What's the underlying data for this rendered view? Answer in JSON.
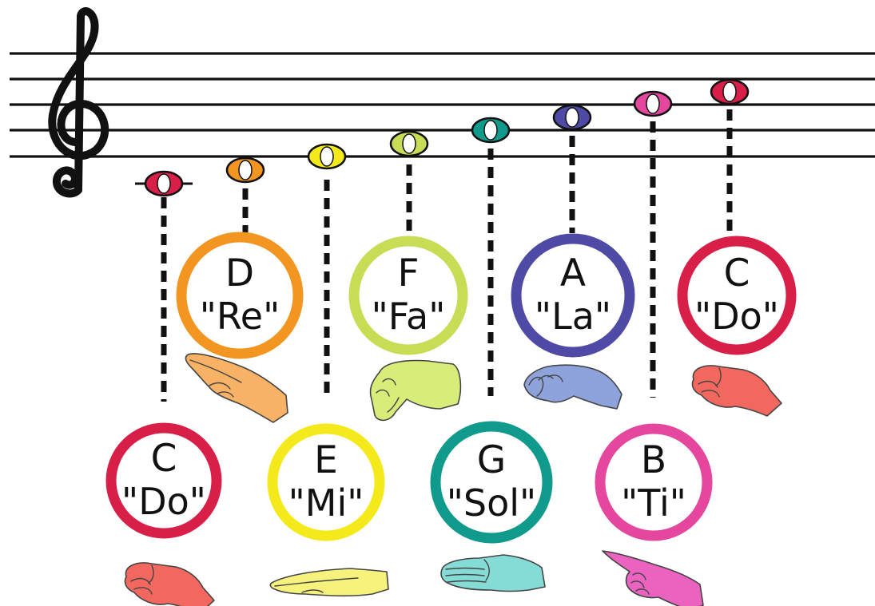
{
  "clef": {
    "icon": "treble-clef-icon"
  },
  "notes": [
    {
      "letter": "C",
      "solfege": "\"Do\"",
      "color": "#d81f48",
      "hand_sign": "fist"
    },
    {
      "letter": "D",
      "solfege": "\"Re\"",
      "color": "#f39621",
      "hand_sign": "angled-flat-hand"
    },
    {
      "letter": "E",
      "solfege": "\"Mi\"",
      "color": "#f4ea1b",
      "hand_sign": "flat-hand-horizontal"
    },
    {
      "letter": "F",
      "solfege": "\"Fa\"",
      "color": "#c9dc56",
      "hand_sign": "thumb-down"
    },
    {
      "letter": "G",
      "solfege": "\"Sol\"",
      "color": "#109a8c",
      "hand_sign": "open-hand-facing"
    },
    {
      "letter": "A",
      "solfege": "\"La\"",
      "color": "#4f4aa6",
      "hand_sign": "drooping-hand"
    },
    {
      "letter": "B",
      "solfege": "\"Ti\"",
      "color": "#e5469e",
      "hand_sign": "pointing-up"
    },
    {
      "letter": "C",
      "solfege": "\"Do\"",
      "color": "#d81f48",
      "hand_sign": "fist"
    }
  ],
  "hand_colors": {
    "fist": "#f2685e",
    "angled-flat-hand": "#f8b266",
    "flat-hand-horizontal": "#f6f27c",
    "thumb-down": "#d8ec7a",
    "open-hand-facing": "#85dcd6",
    "drooping-hand": "#8ea2dc",
    "pointing-up": "#ea63c0"
  }
}
